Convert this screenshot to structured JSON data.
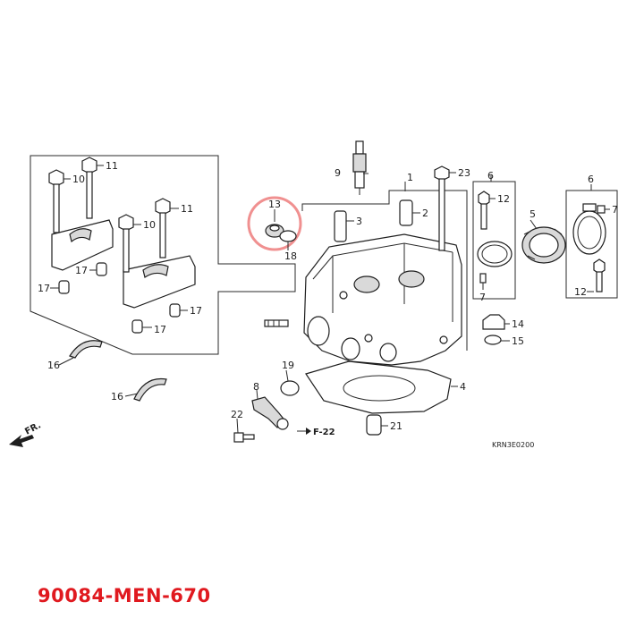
{
  "part_number": "90084-MEN-670",
  "diagram_code": "KRN3E0200",
  "direction_label": "FR.",
  "reference_label": "F-22",
  "highlight_color": "#f09090",
  "part_number_color": "#e0191f",
  "callouts": [
    {
      "id": "c1",
      "text": "1"
    },
    {
      "id": "c2",
      "text": "2"
    },
    {
      "id": "c3",
      "text": "3"
    },
    {
      "id": "c4",
      "text": "4"
    },
    {
      "id": "c5",
      "text": "5"
    },
    {
      "id": "c6a",
      "text": "6"
    },
    {
      "id": "c6b",
      "text": "6"
    },
    {
      "id": "c7a",
      "text": "7"
    },
    {
      "id": "c7b",
      "text": "7"
    },
    {
      "id": "c8",
      "text": "8"
    },
    {
      "id": "c9",
      "text": "9"
    },
    {
      "id": "c10a",
      "text": "10"
    },
    {
      "id": "c10b",
      "text": "10"
    },
    {
      "id": "c11a",
      "text": "11"
    },
    {
      "id": "c11b",
      "text": "11"
    },
    {
      "id": "c12a",
      "text": "12"
    },
    {
      "id": "c12b",
      "text": "12"
    },
    {
      "id": "c13",
      "text": "13"
    },
    {
      "id": "c14",
      "text": "14"
    },
    {
      "id": "c15",
      "text": "15"
    },
    {
      "id": "c16a",
      "text": "16"
    },
    {
      "id": "c16b",
      "text": "16"
    },
    {
      "id": "c17a",
      "text": "17"
    },
    {
      "id": "c17b",
      "text": "17"
    },
    {
      "id": "c17c",
      "text": "17"
    },
    {
      "id": "c17d",
      "text": "17"
    },
    {
      "id": "c18",
      "text": "18"
    },
    {
      "id": "c19",
      "text": "19"
    },
    {
      "id": "c21",
      "text": "21"
    },
    {
      "id": "c22",
      "text": "22"
    },
    {
      "id": "c23",
      "text": "23"
    }
  ]
}
